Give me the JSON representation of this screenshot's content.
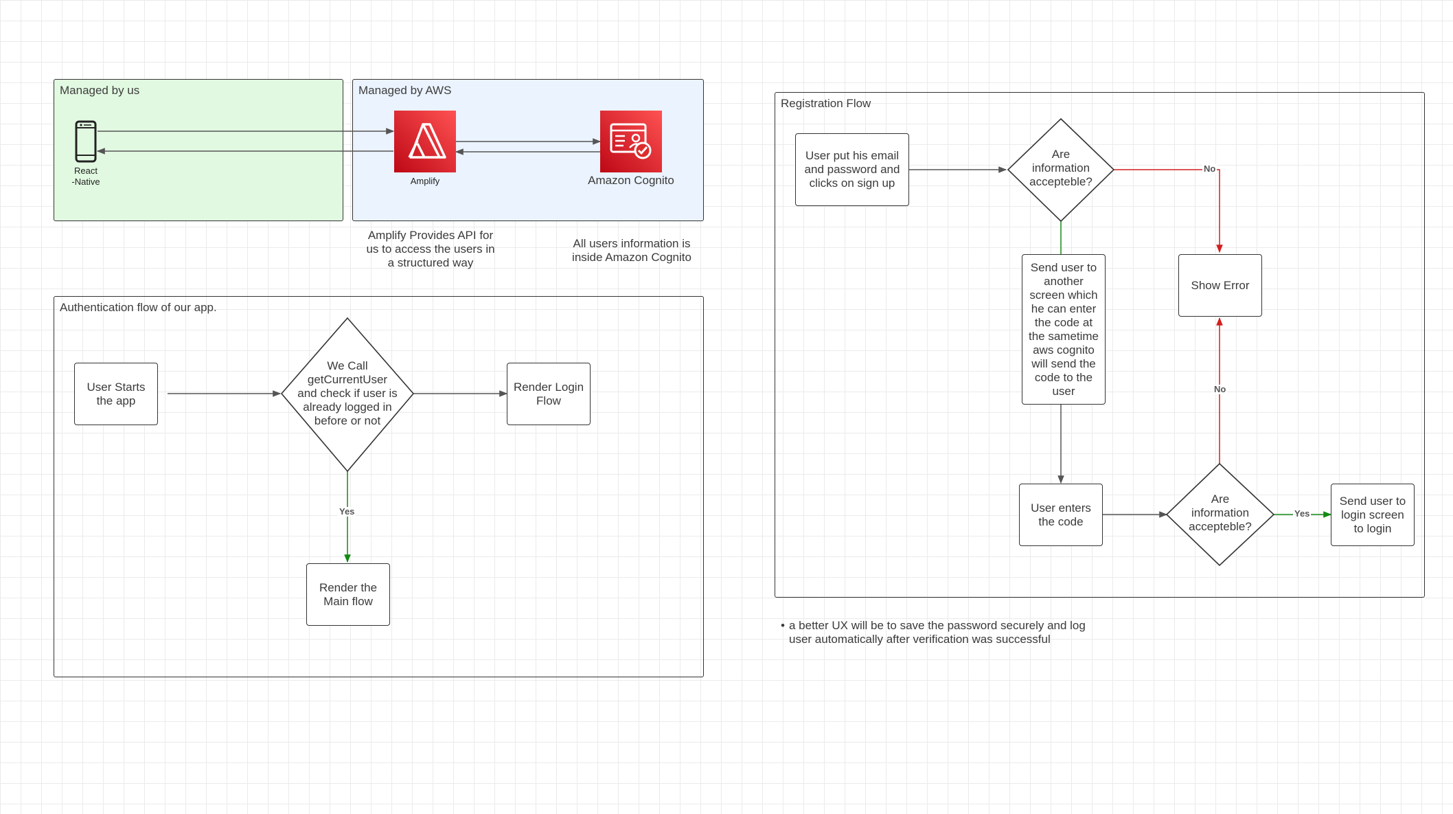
{
  "colors": {
    "green_fill": "#e2f9e1",
    "blue_fill": "#ebf3fe",
    "aws_red": "#dd2c2c",
    "yes_edge": "#138a13",
    "no_edge": "#d21f1f"
  },
  "containers": {
    "managed_us": "Managed by us",
    "managed_aws": "Managed by AWS",
    "auth_flow": "Authentication flow of our app.",
    "registration_flow": "Registration Flow"
  },
  "icons": {
    "phone": {
      "name": "mobile-phone-icon",
      "label": "React\n-Native"
    },
    "amplify": {
      "name": "aws-amplify-icon",
      "label": "Amplify"
    },
    "cognito": {
      "name": "aws-cognito-icon",
      "label": "Amazon Cognito"
    }
  },
  "notes": {
    "amplify": "Amplify Provides API for\nus to access the users in\na structured way",
    "cognito": "All users information is\ninside Amazon Cognito",
    "ux": "a better UX will be to save the password securely and log\nuser automatically after verification was successful"
  },
  "auth": {
    "start": "User Starts\nthe app",
    "decision": "We Call\ngetCurrentUser\nand check if user is\nalready logged in\nbefore or not",
    "login": "Render Login\nFlow",
    "main": "Render the\nMain flow",
    "yes": "Yes"
  },
  "registration": {
    "input": "User put his email\nand password and\nclicks on sign up",
    "decision1": "Are\ninformation\naccepteble?",
    "no1": "No",
    "show_error": "Show Error",
    "send_code": "Send user to\nanother\nscreen which\nhe can enter\nthe code at\nthe sametime\naws cognito\nwill send the\ncode to the\nuser",
    "enter_code": "User enters\nthe code",
    "decision2": "Are\ninformation\naccepteble?",
    "no2": "No",
    "yes": "Yes",
    "login": "Send user to\nlogin screen\nto login"
  }
}
